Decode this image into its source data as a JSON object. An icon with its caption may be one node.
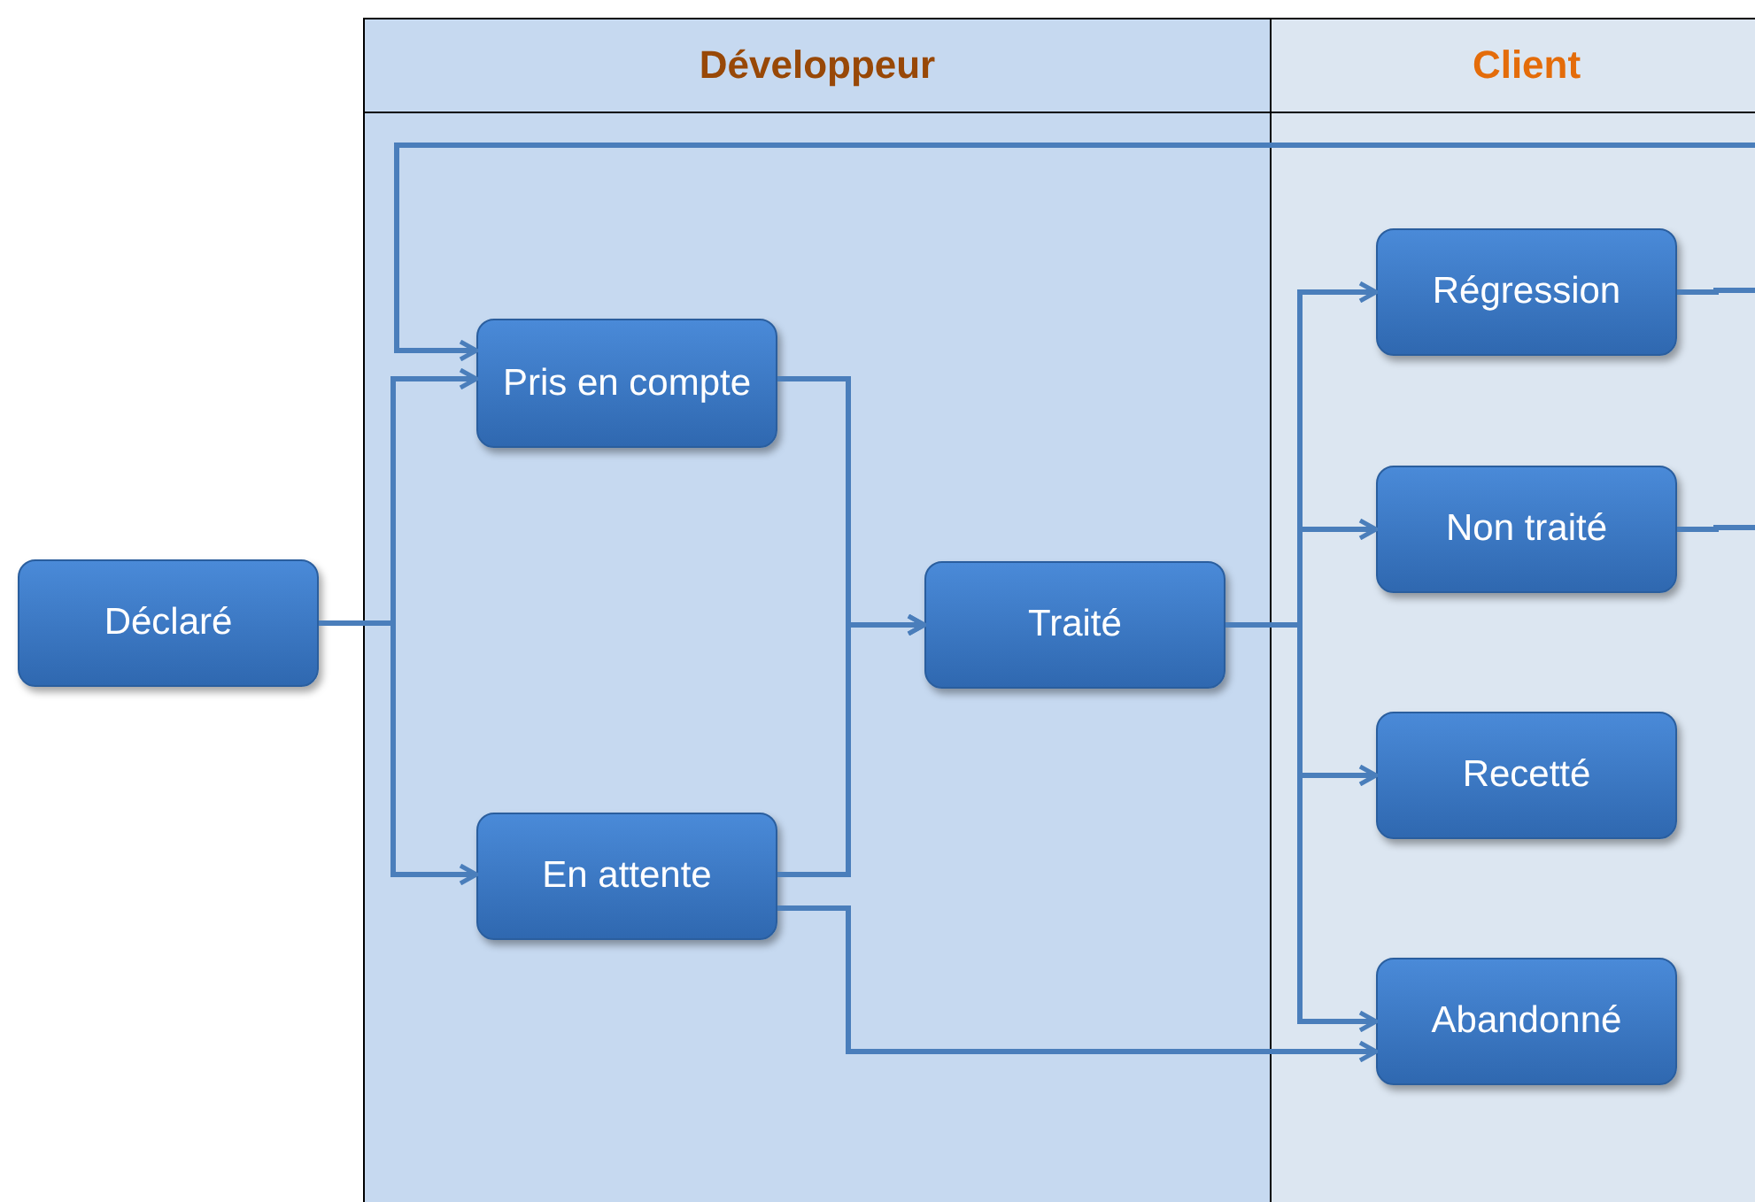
{
  "diagram": {
    "nodes": [
      {
        "text": [
          "Développeur"
        ]
      },
      {
        "text": [
          "Client"
        ]
      },
      {
        "text": [
          "Déclaré"
        ]
      },
      {
        "text": [
          "Pris en compte"
        ],
        "in": 0
      },
      {
        "text": [
          "En attente"
        ],
        "in": 0
      },
      {
        "text": [
          "Traité"
        ],
        "in": 0
      },
      {
        "text": [
          "Régression"
        ],
        "in": 1
      },
      {
        "text": [
          "Non traité"
        ],
        "in": 1
      },
      {
        "text": [
          "Recetté"
        ],
        "in": 1
      },
      {
        "text": [
          "Abandonné"
        ],
        "in": 1
      }
    ],
    "edges": [
      {
        "from": 2,
        "to": 3,
        "arrow": "to"
      },
      {
        "from": 2,
        "to": 4,
        "arrow": "to"
      },
      {
        "from": 3,
        "to": 5,
        "arrow": "to"
      },
      {
        "from": 4,
        "to": 5,
        "arrow": "to"
      },
      {
        "from": 4,
        "to": 9,
        "arrow": "to"
      },
      {
        "from": 5,
        "to": 6,
        "arrow": "to"
      },
      {
        "from": 5,
        "to": 7,
        "arrow": "to"
      },
      {
        "from": 5,
        "to": 8,
        "arrow": "to"
      },
      {
        "from": 5,
        "to": 9,
        "arrow": "to"
      },
      {
        "from": 6,
        "to": null,
        "arrow": "none"
      },
      {
        "from": 7,
        "to": null,
        "arrow": "none"
      },
      {
        "from": null,
        "to": 3,
        "arrow": "to"
      }
    ]
  }
}
